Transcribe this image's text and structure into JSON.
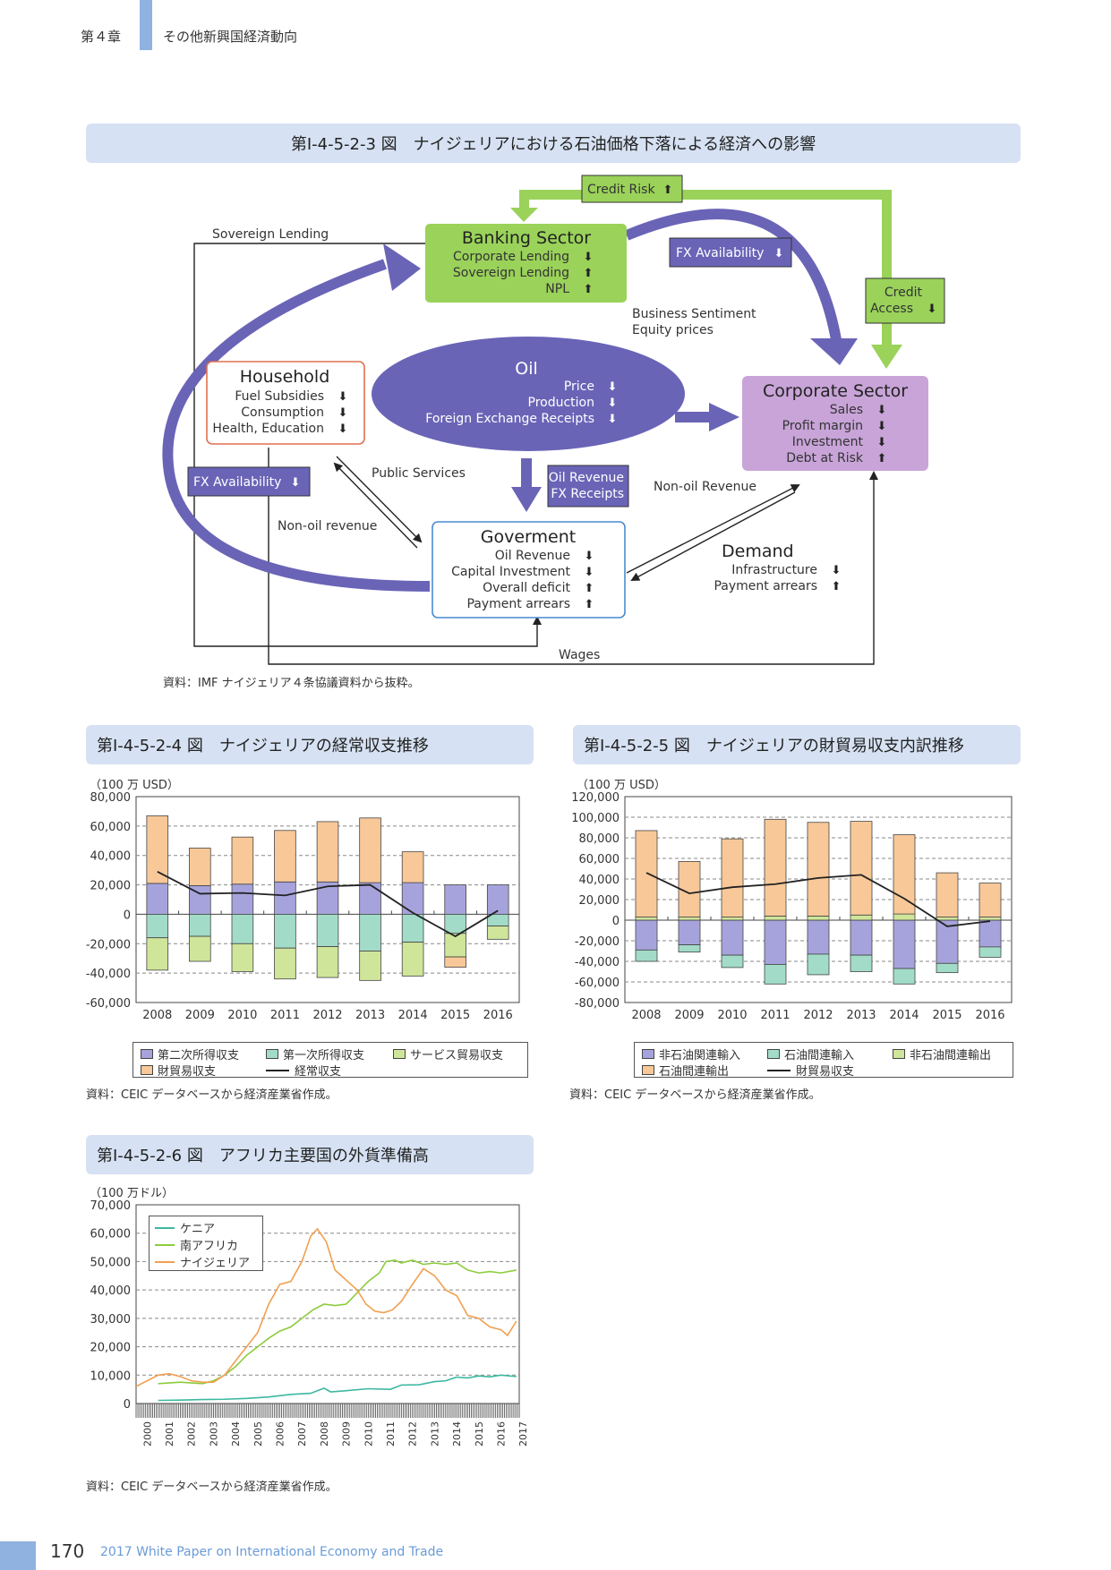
{
  "header": {
    "chapter": "第４章",
    "section": "その他新興国経済動向"
  },
  "footer": {
    "page": "170",
    "text": "2017 White Paper on International Economy and Trade"
  },
  "colors": {
    "accent": "#8fb2e0",
    "title_bg": "#d6e2f3",
    "green": "#9ad25a",
    "purple": "#6a64b7",
    "lilac": "#c8a4d8",
    "s1": "#a6a3dc",
    "s2": "#a2dcc8",
    "s3": "#cfe59a",
    "s4": "#f8c898",
    "kenya": "#3cb8a0",
    "sa": "#8ccc3c",
    "ng": "#f0a050"
  },
  "fig1": {
    "title": "第Ⅰ-4-5-2-3 図　ナイジェリアにおける石油価格下落による経済への影響",
    "source": "資料：IMF ナイジェリア４条協議資料から抜粋。",
    "banking": {
      "title": "Banking Sector",
      "l1": "Corporate Lending",
      "l2": "Sovereign Lending",
      "l3": "NPL"
    },
    "household": {
      "title": "Household",
      "l1": "Fuel Subsidies",
      "l2": "Consumption",
      "l3": "Health, Education"
    },
    "oil": {
      "title": "Oil",
      "l1": "Price",
      "l2": "Production",
      "l3": "Foreign Exchange Receipts"
    },
    "corporate": {
      "title": "Corporate Sector",
      "l1": "Sales",
      "l2": "Profit margin",
      "l3": "Investment",
      "l4": "Debt at Risk"
    },
    "government": {
      "title": "Goverment",
      "l1": "Oil Revenue",
      "l2": "Capital Investment",
      "l3": "Overall deficit",
      "l4": "Payment arrears"
    },
    "demand": {
      "title": "Demand",
      "l1": "Infrastructure",
      "l2": "Payment arrears"
    },
    "labels": {
      "credit_risk": "Credit Risk",
      "fx_top": "FX Availability",
      "credit_access_1": "Credit",
      "credit_access_2": "Access",
      "sovereign_lending": "Sovereign Lending",
      "business_1": "Business Sentiment",
      "business_2": "Equity prices",
      "fx_left": "FX Availability",
      "public_services": "Public Services",
      "oil_rev_1": "Oil Revenue",
      "oil_rev_2": "FX Receipts",
      "non_oil_rev_right": "Non-oil Revenue",
      "non_oil_rev_left": "Non-oil revenue",
      "wages": "Wages"
    }
  },
  "fig2": {
    "title": "第Ⅰ-4-5-2-4 図　ナイジェリアの経常収支推移",
    "unit": "（100 万 USD）",
    "source": "資料：CEIC データベースから経済産業省作成。",
    "legend": [
      "第二次所得収支",
      "第一次所得収支",
      "サービス貿易収支",
      "財貿易収支",
      "経常収支"
    ]
  },
  "fig3": {
    "title": "第Ⅰ-4-5-2-5 図　ナイジェリアの財貿易収支内訳推移",
    "unit": "（100 万 USD）",
    "source": "資料：CEIC データベースから経済産業省作成。",
    "legend": [
      "非石油関連輸入",
      "石油間連輸入",
      "非石油間連輸出",
      "石油間連輸出",
      "財貿易収支"
    ]
  },
  "fig4": {
    "title": "第Ⅰ-4-5-2-6 図　アフリカ主要国の外貨準備高",
    "unit": "（100 万ドル）",
    "source": "資料：CEIC データベースから経済産業省作成。",
    "legend": [
      "ケニア",
      "南アフリカ",
      "ナイジェリア"
    ]
  },
  "chart_data": [
    {
      "type": "bar",
      "stacked": true,
      "categories": [
        "2008",
        "2009",
        "2010",
        "2011",
        "2012",
        "2013",
        "2014",
        "2015",
        "2016"
      ],
      "ylim": [
        -60000,
        80000
      ],
      "yticks": [
        "80,000",
        "60,000",
        "40,000",
        "20,000",
        "0",
        "-20,000",
        "-40,000",
        "-60,000"
      ],
      "grid": true,
      "series": [
        {
          "name": "第二次所得収支",
          "values": [
            21000,
            19500,
            20500,
            22000,
            22000,
            21500,
            21500,
            20000,
            20000
          ]
        },
        {
          "name": "第一次所得収支",
          "values": [
            -16000,
            -15000,
            -20000,
            -23000,
            -22000,
            -25000,
            -19000,
            -13000,
            -8000
          ]
        },
        {
          "name": "サービス貿易収支",
          "values": [
            -22000,
            -17000,
            -19000,
            -21000,
            -21000,
            -20000,
            -23000,
            -16000,
            -9000
          ]
        },
        {
          "name": "財貿易収支",
          "values": [
            46000,
            25500,
            32000,
            35000,
            41000,
            44000,
            21000,
            -7000,
            0
          ]
        },
        {
          "name": "経常収支",
          "line": true,
          "values": [
            29000,
            14000,
            14500,
            12800,
            19000,
            20000,
            1000,
            -15000,
            2500
          ]
        }
      ]
    },
    {
      "type": "bar",
      "stacked": true,
      "categories": [
        "2008",
        "2009",
        "2010",
        "2011",
        "2012",
        "2013",
        "2014",
        "2015",
        "2016"
      ],
      "ylim": [
        -80000,
        120000
      ],
      "yticks": [
        "120,000",
        "100,000",
        "80,000",
        "60,000",
        "40,000",
        "20,000",
        "0",
        "-20,000",
        "-40,000",
        "-60,000",
        "-80,000"
      ],
      "grid": true,
      "series": [
        {
          "name": "非石油関連輸入",
          "values": [
            -29000,
            -24000,
            -34000,
            -43000,
            -33000,
            -34000,
            -47000,
            -42000,
            -26000
          ]
        },
        {
          "name": "石油間連輸入",
          "values": [
            -11000,
            -7000,
            -12000,
            -19000,
            -20000,
            -16000,
            -15000,
            -9000,
            -10000
          ]
        },
        {
          "name": "非石油間連輸出",
          "values": [
            3000,
            3000,
            3000,
            4000,
            4000,
            5000,
            6000,
            3000,
            3000
          ]
        },
        {
          "name": "石油間連輸出",
          "values": [
            84000,
            54000,
            76000,
            94000,
            91000,
            91000,
            77000,
            43000,
            33000
          ]
        },
        {
          "name": "財貿易収支",
          "line": true,
          "values": [
            46000,
            26000,
            32000,
            35000,
            41000,
            44000,
            21000,
            -6000,
            -1000
          ]
        }
      ]
    },
    {
      "type": "line",
      "x": [
        "2000",
        "2001",
        "2002",
        "2003",
        "2004",
        "2005",
        "2006",
        "2007",
        "2008",
        "2009",
        "2010",
        "2011",
        "2012",
        "2013",
        "2014",
        "2015",
        "2016",
        "2017"
      ],
      "ylim": [
        0,
        70000
      ],
      "yticks": [
        "70,000",
        "60,000",
        "50,000",
        "40,000",
        "30,000",
        "20,000",
        "10,000",
        "0"
      ],
      "grid": true,
      "legend_position": "top-left",
      "series": [
        {
          "name": "ケニア",
          "points": [
            [
              2001.0,
              1100
            ],
            [
              2002.0,
              1200
            ],
            [
              2003.0,
              1400
            ],
            [
              2004.0,
              1500
            ],
            [
              2005.0,
              1800
            ],
            [
              2006.0,
              2300
            ],
            [
              2007.0,
              3200
            ],
            [
              2007.9,
              3600
            ],
            [
              2008.5,
              5400
            ],
            [
              2008.8,
              4100
            ],
            [
              2009.5,
              4500
            ],
            [
              2010.5,
              5200
            ],
            [
              2011.5,
              5000
            ],
            [
              2012.0,
              6500
            ],
            [
              2012.8,
              6600
            ],
            [
              2013.5,
              7700
            ],
            [
              2014.0,
              8000
            ],
            [
              2014.5,
              9300
            ],
            [
              2015.0,
              9000
            ],
            [
              2015.5,
              9700
            ],
            [
              2016.0,
              9400
            ],
            [
              2016.5,
              10000
            ],
            [
              2017.2,
              9500
            ]
          ]
        },
        {
          "name": "南アフリカ",
          "points": [
            [
              2001.0,
              7000
            ],
            [
              2002.0,
              7500
            ],
            [
              2003.0,
              7000
            ],
            [
              2003.5,
              8000
            ],
            [
              2004.0,
              10000
            ],
            [
              2004.5,
              13000
            ],
            [
              2005.0,
              17000
            ],
            [
              2005.5,
              20000
            ],
            [
              2006.0,
              23000
            ],
            [
              2006.5,
              25500
            ],
            [
              2007.0,
              27000
            ],
            [
              2007.5,
              30000
            ],
            [
              2008.0,
              33000
            ],
            [
              2008.5,
              35000
            ],
            [
              2009.0,
              34500
            ],
            [
              2009.5,
              35000
            ],
            [
              2010.0,
              39000
            ],
            [
              2010.5,
              43000
            ],
            [
              2011.0,
              46000
            ],
            [
              2011.3,
              50000
            ],
            [
              2011.7,
              50500
            ],
            [
              2012.0,
              49500
            ],
            [
              2012.5,
              50500
            ],
            [
              2013.0,
              49000
            ],
            [
              2013.5,
              49500
            ],
            [
              2014.0,
              49000
            ],
            [
              2014.5,
              49500
            ],
            [
              2015.0,
              47000
            ],
            [
              2015.5,
              46000
            ],
            [
              2016.0,
              46500
            ],
            [
              2016.5,
              46000
            ],
            [
              2017.2,
              47000
            ]
          ]
        },
        {
          "name": "ナイジェリア",
          "points": [
            [
              2000.0,
              6000
            ],
            [
              2000.5,
              8000
            ],
            [
              2001.0,
              10000
            ],
            [
              2001.5,
              10500
            ],
            [
              2002.0,
              9500
            ],
            [
              2002.5,
              8000
            ],
            [
              2003.0,
              7500
            ],
            [
              2003.5,
              7500
            ],
            [
              2004.0,
              10000
            ],
            [
              2004.5,
              15000
            ],
            [
              2005.0,
              20000
            ],
            [
              2005.5,
              25000
            ],
            [
              2006.0,
              35000
            ],
            [
              2006.5,
              42000
            ],
            [
              2007.0,
              43000
            ],
            [
              2007.5,
              50000
            ],
            [
              2007.9,
              59000
            ],
            [
              2008.2,
              61500
            ],
            [
              2008.6,
              57000
            ],
            [
              2009.0,
              47000
            ],
            [
              2009.5,
              43500
            ],
            [
              2010.0,
              40000
            ],
            [
              2010.4,
              35000
            ],
            [
              2010.8,
              32500
            ],
            [
              2011.2,
              32000
            ],
            [
              2011.6,
              33000
            ],
            [
              2012.0,
              36000
            ],
            [
              2012.5,
              42000
            ],
            [
              2013.0,
              47500
            ],
            [
              2013.5,
              45000
            ],
            [
              2014.0,
              40000
            ],
            [
              2014.5,
              38000
            ],
            [
              2015.0,
              31000
            ],
            [
              2015.5,
              30000
            ],
            [
              2016.0,
              27000
            ],
            [
              2016.5,
              26000
            ],
            [
              2016.8,
              24000
            ],
            [
              2017.2,
              29000
            ]
          ]
        }
      ]
    }
  ]
}
